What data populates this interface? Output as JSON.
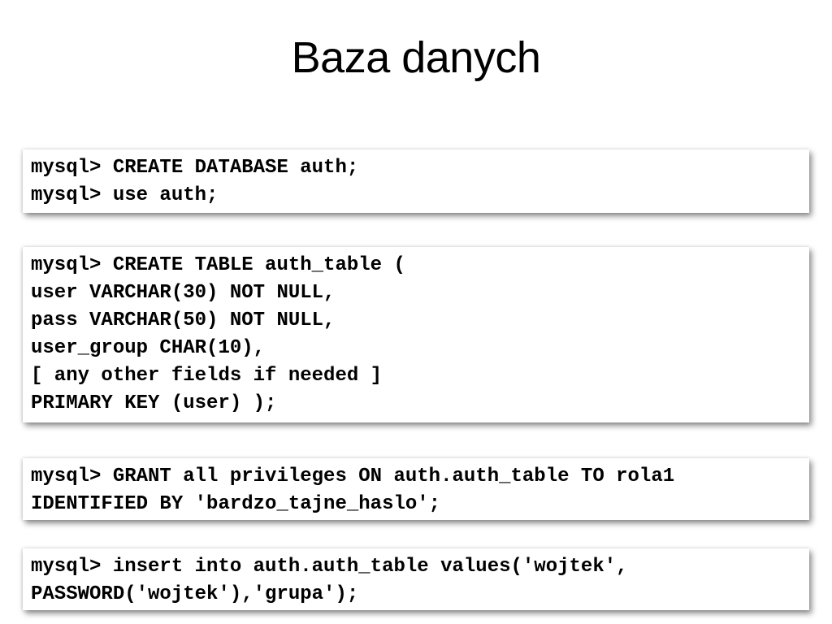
{
  "slide": {
    "title": "Baza danych"
  },
  "code_blocks": [
    {
      "lines": [
        "mysql> CREATE DATABASE auth;",
        "mysql> use auth;"
      ]
    },
    {
      "lines": [
        "mysql> CREATE TABLE auth_table (",
        "user VARCHAR(30) NOT NULL,",
        "pass VARCHAR(50) NOT NULL,",
        "user_group CHAR(10),",
        "[ any other fields if needed ]",
        "PRIMARY KEY (user) );"
      ]
    },
    {
      "lines": [
        "mysql> GRANT all privileges ON auth.auth_table TO rola1",
        "IDENTIFIED BY 'bardzo_tajne_haslo';"
      ]
    },
    {
      "lines": [
        "mysql> insert into auth.auth_table values('wojtek',",
        "PASSWORD('wojtek'),'grupa');"
      ]
    }
  ]
}
